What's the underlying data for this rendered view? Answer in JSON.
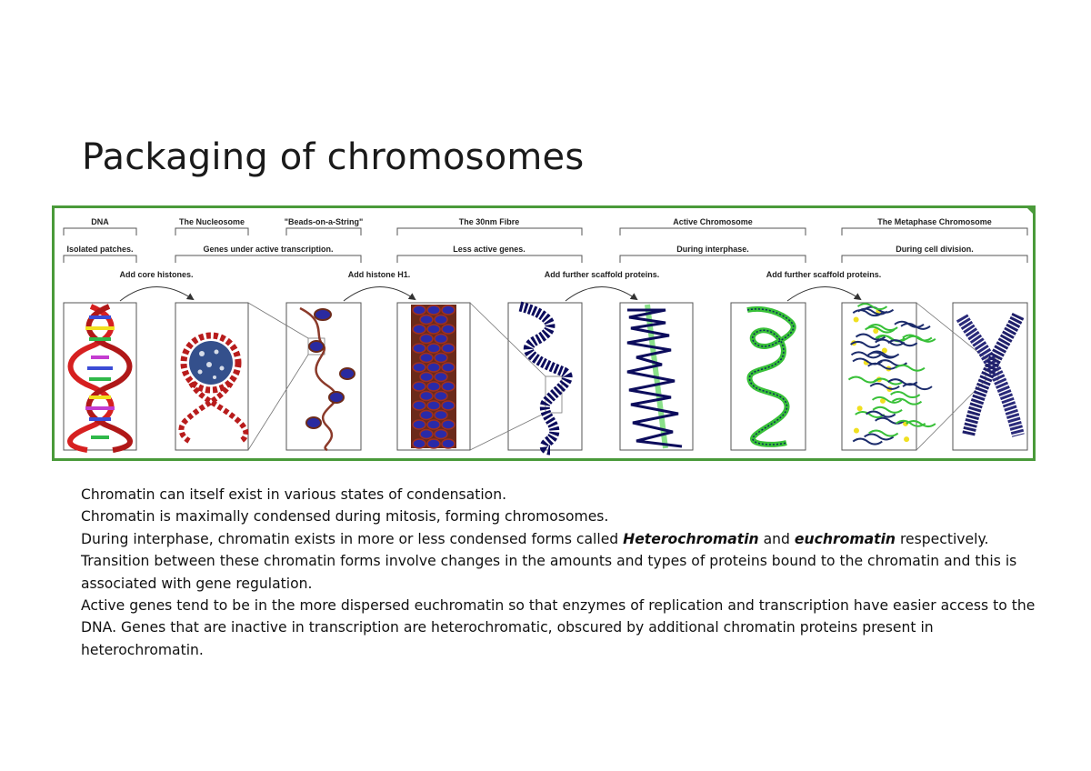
{
  "slide": {
    "title": "Packaging of chromosomes"
  },
  "figure": {
    "stage_labels": {
      "dna": "DNA",
      "nucleosome": "The Nucleosome",
      "beads": "\"Beads-on-a-String\"",
      "fibre": "The 30nm Fibre",
      "active": "Active Chromosome",
      "metaphase": "The Metaphase Chromosome"
    },
    "context_labels": {
      "isolated": "Isolated patches.",
      "genes_active": "Genes under active transcription.",
      "less_active": "Less active genes.",
      "interphase": "During interphase.",
      "division": "During cell division."
    },
    "steps": {
      "core_histones": "Add core histones.",
      "histone_h1": "Add histone H1.",
      "scaffold_1": "Add further scaffold proteins.",
      "scaffold_2": "Add further scaffold proteins."
    },
    "colors": {
      "border": "#4a9a3a",
      "dna_red": "#d62020",
      "navy": "#1b1b6b",
      "green": "#3dc23d",
      "yellow": "#f0e020"
    }
  },
  "paragraphs": {
    "p1": "Chromatin can itself exist in various states of condensation.",
    "p2": "Chromatin is maximally condensed during mitosis, forming chromosomes.",
    "p3_pre": "During interphase, chromatin exists in more or less condensed forms called ",
    "p3_term1": "Heterochromatin",
    "p3_mid": " and ",
    "p3_term2": "euchromatin",
    "p3_post": " respectively.",
    "p4": "Transition between these chromatin forms involve changes in the amounts and types of proteins bound to the chromatin and this is associated with gene regulation.",
    "p5": "Active genes tend to be in the more dispersed euchromatin so that enzymes of replication and transcription have easier access to the DNA. Genes that are inactive in transcription are heterochromatic, obscured by additional chromatin proteins present in heterochromatin."
  }
}
